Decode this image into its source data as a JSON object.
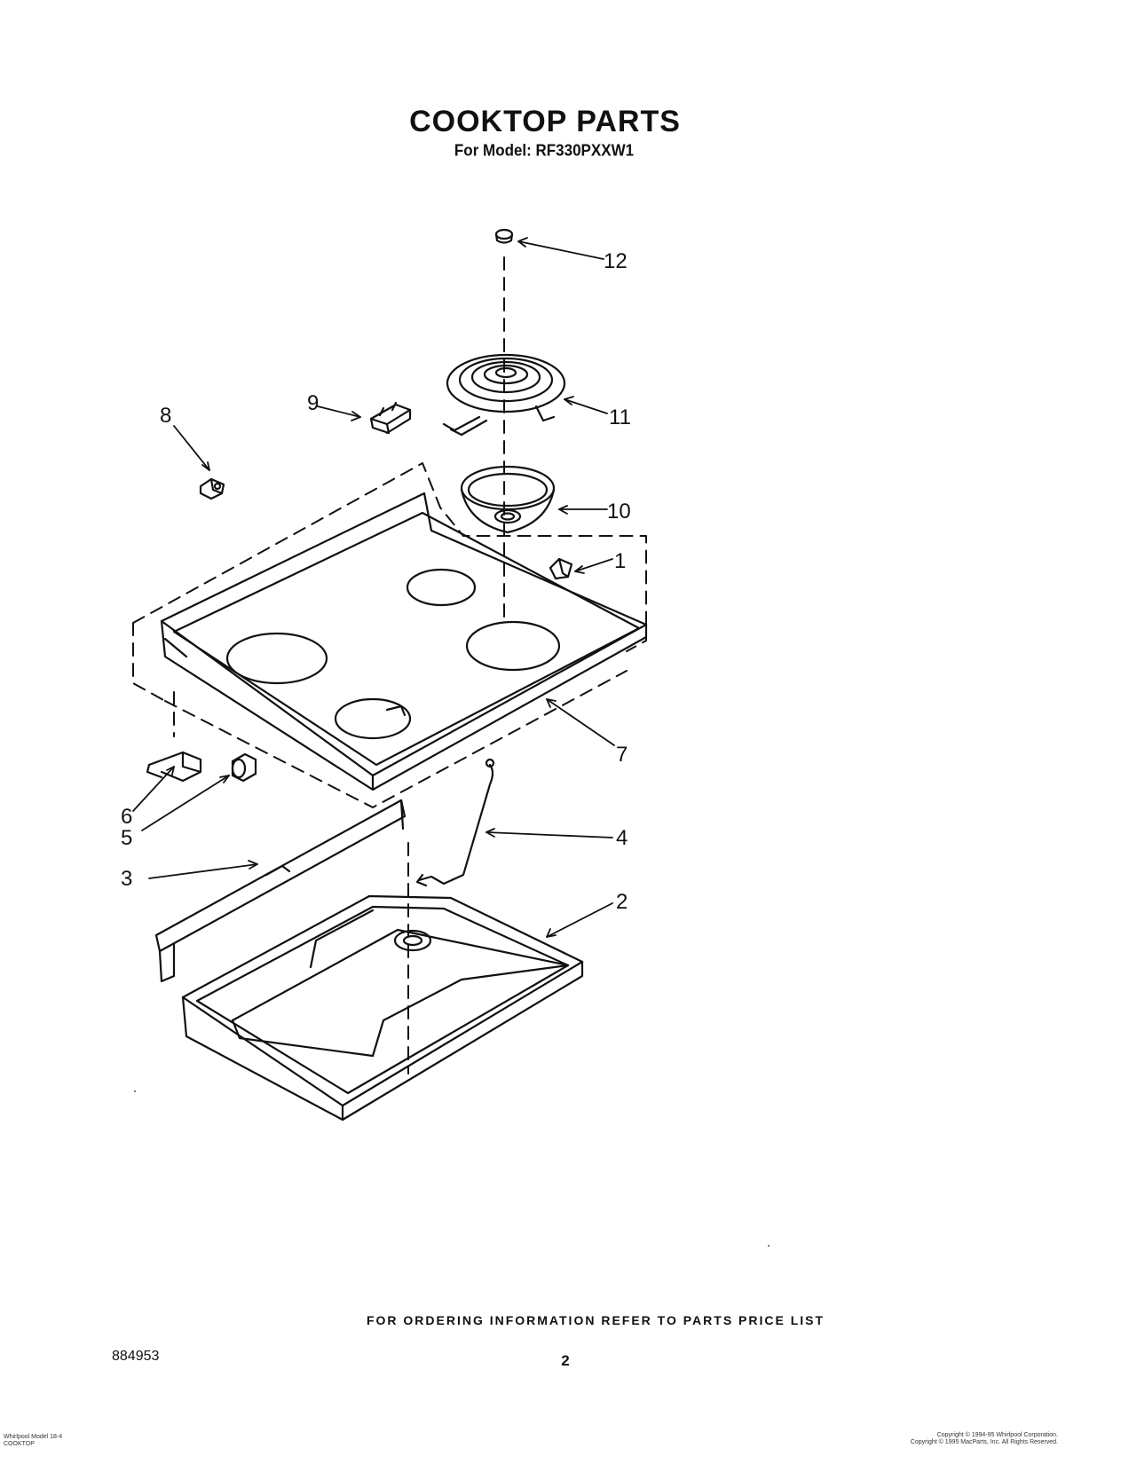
{
  "header": {
    "title": "COOKTOP PARTS",
    "model_line": "For Model: RF330PXXW1"
  },
  "diagram": {
    "callouts": [
      "1",
      "2",
      "3",
      "4",
      "5",
      "6",
      "7",
      "8",
      "9",
      "10",
      "11",
      "12"
    ]
  },
  "footer": {
    "ordering_note": "FOR ORDERING INFORMATION REFER TO PARTS PRICE LIST",
    "document_number": "884953",
    "page_number": "2",
    "tiny_left_line1": "Whirlpool Model 18-4",
    "tiny_left_line2": "COOKTOP",
    "copyright_line1": "Copyright © 1994-95 Whirlpool Corporation.",
    "copyright_line2": "Copyright © 1995 MacParts, Inc. All Rights Reserved."
  }
}
